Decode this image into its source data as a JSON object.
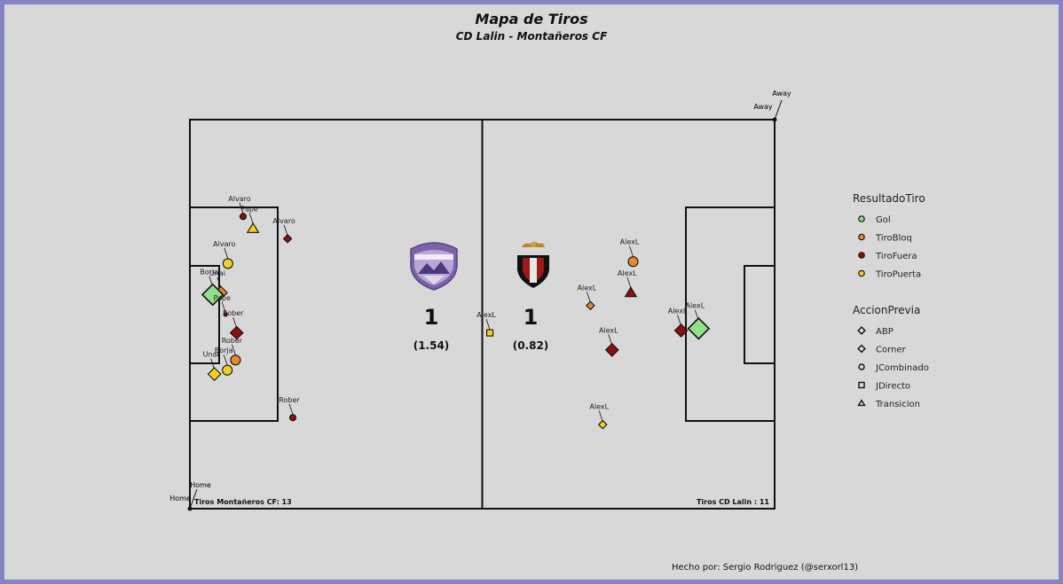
{
  "title": "Mapa de Tiros",
  "subtitle": "CD Lalin - Montañeros CF",
  "credit": "Hecho por: Sergio Rodriguez (@serxorl13)",
  "colors": {
    "Gol": "#8fe08a",
    "TiroBloq": "#e8892a",
    "TiroFuera": "#8b1010",
    "TiroPuerta": "#f1cf2b"
  },
  "chart_data": {
    "type": "scatter",
    "home": {
      "label": "Home",
      "goals": "1",
      "xg": "(1.54)",
      "shots_label": "Tiros Montañeros CF: 13",
      "logo": "montaneros-crest"
    },
    "away": {
      "label": "Away",
      "goals": "1",
      "xg": "(0.82)",
      "shots_label": "Tiros CD Lalin : 11",
      "logo": "lalin-crest"
    },
    "legend": {
      "result_title": "ResultadoTiro",
      "results": [
        "Gol",
        "TiroBloq",
        "TiroFuera",
        "TiroPuerta"
      ],
      "action_title": "AccionPrevia",
      "actions": [
        {
          "name": "ABP",
          "shape": "diamond"
        },
        {
          "name": "Corner",
          "shape": "diamond"
        },
        {
          "name": "JCombinado",
          "shape": "circle"
        },
        {
          "name": "JDirecto",
          "shape": "square"
        },
        {
          "name": "Transicion",
          "shape": "triangle"
        }
      ]
    },
    "shots": [
      {
        "player": "Alvaro",
        "x": 9.1,
        "y": 75.1,
        "result": "TiroFuera",
        "shape": "circle",
        "size": "s"
      },
      {
        "player": "Pape",
        "x": 10.8,
        "y": 72.0,
        "result": "TiroPuerta",
        "shape": "triangle",
        "size": "m"
      },
      {
        "player": "Alvaro",
        "x": 16.7,
        "y": 69.4,
        "result": "TiroFuera",
        "shape": "diamond",
        "size": "s"
      },
      {
        "player": "Alvaro",
        "x": 6.5,
        "y": 63.0,
        "result": "TiroPuerta",
        "shape": "circle",
        "size": "m"
      },
      {
        "player": "Unai",
        "x": 5.3,
        "y": 55.5,
        "result": "TiroBloq",
        "shape": "diamond",
        "size": "m"
      },
      {
        "player": "Borja",
        "x": 3.9,
        "y": 55.0,
        "result": "Gol",
        "shape": "diamond",
        "size": "l"
      },
      {
        "player": "Pape",
        "x": 6.1,
        "y": 49.9,
        "result": "TiroFuera",
        "shape": "circle",
        "size": "xs"
      },
      {
        "player": "Rober",
        "x": 8.0,
        "y": 45.2,
        "result": "TiroFuera",
        "shape": "diamond",
        "size": "m"
      },
      {
        "player": "Rober",
        "x": 7.8,
        "y": 38.2,
        "result": "TiroBloq",
        "shape": "circle",
        "size": "m"
      },
      {
        "player": "Borja",
        "x": 6.4,
        "y": 35.6,
        "result": "TiroPuerta",
        "shape": "circle",
        "size": "m"
      },
      {
        "player": "Unai",
        "x": 4.2,
        "y": 34.6,
        "result": "TiroPuerta",
        "shape": "diamond",
        "size": "m"
      },
      {
        "player": "Rober",
        "x": 17.6,
        "y": 23.4,
        "result": "TiroFuera",
        "shape": "circle",
        "size": "s"
      },
      {
        "player": "AlexL",
        "x": 51.3,
        "y": 45.2,
        "result": "TiroPuerta",
        "shape": "square",
        "size": "s"
      },
      {
        "player": "AlexL",
        "x": 75.8,
        "y": 63.5,
        "result": "TiroBloq",
        "shape": "circle",
        "size": "m"
      },
      {
        "player": "AlexL",
        "x": 75.4,
        "y": 55.5,
        "result": "TiroFuera",
        "shape": "triangle",
        "size": "m"
      },
      {
        "player": "AlexL",
        "x": 68.5,
        "y": 52.2,
        "result": "TiroBloq",
        "shape": "diamond",
        "size": "s"
      },
      {
        "player": "AlexL",
        "x": 72.2,
        "y": 40.8,
        "result": "TiroFuera",
        "shape": "diamond",
        "size": "m"
      },
      {
        "player": "AlexL",
        "x": 84.0,
        "y": 45.8,
        "result": "TiroFuera",
        "shape": "diamond",
        "size": "m"
      },
      {
        "player": "AlexL",
        "x": 87.0,
        "y": 46.3,
        "result": "Gol",
        "shape": "diamond",
        "size": "l"
      },
      {
        "player": "AlexL",
        "x": 70.6,
        "y": 21.6,
        "result": "TiroPuerta",
        "shape": "diamond",
        "size": "s"
      }
    ]
  }
}
